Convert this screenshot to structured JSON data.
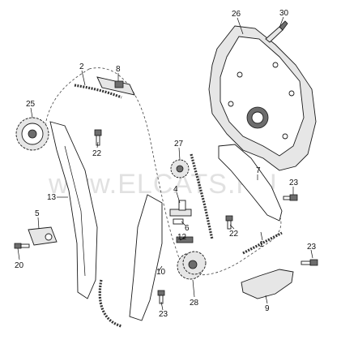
{
  "watermark": "www.ELCATS.RU",
  "callouts": [
    "26",
    "30",
    "2",
    "8",
    "25",
    "22",
    "27",
    "7",
    "23",
    "13",
    "4",
    "5",
    "6",
    "22",
    "12",
    "1",
    "23",
    "20",
    "10",
    "28",
    "23",
    "9"
  ]
}
